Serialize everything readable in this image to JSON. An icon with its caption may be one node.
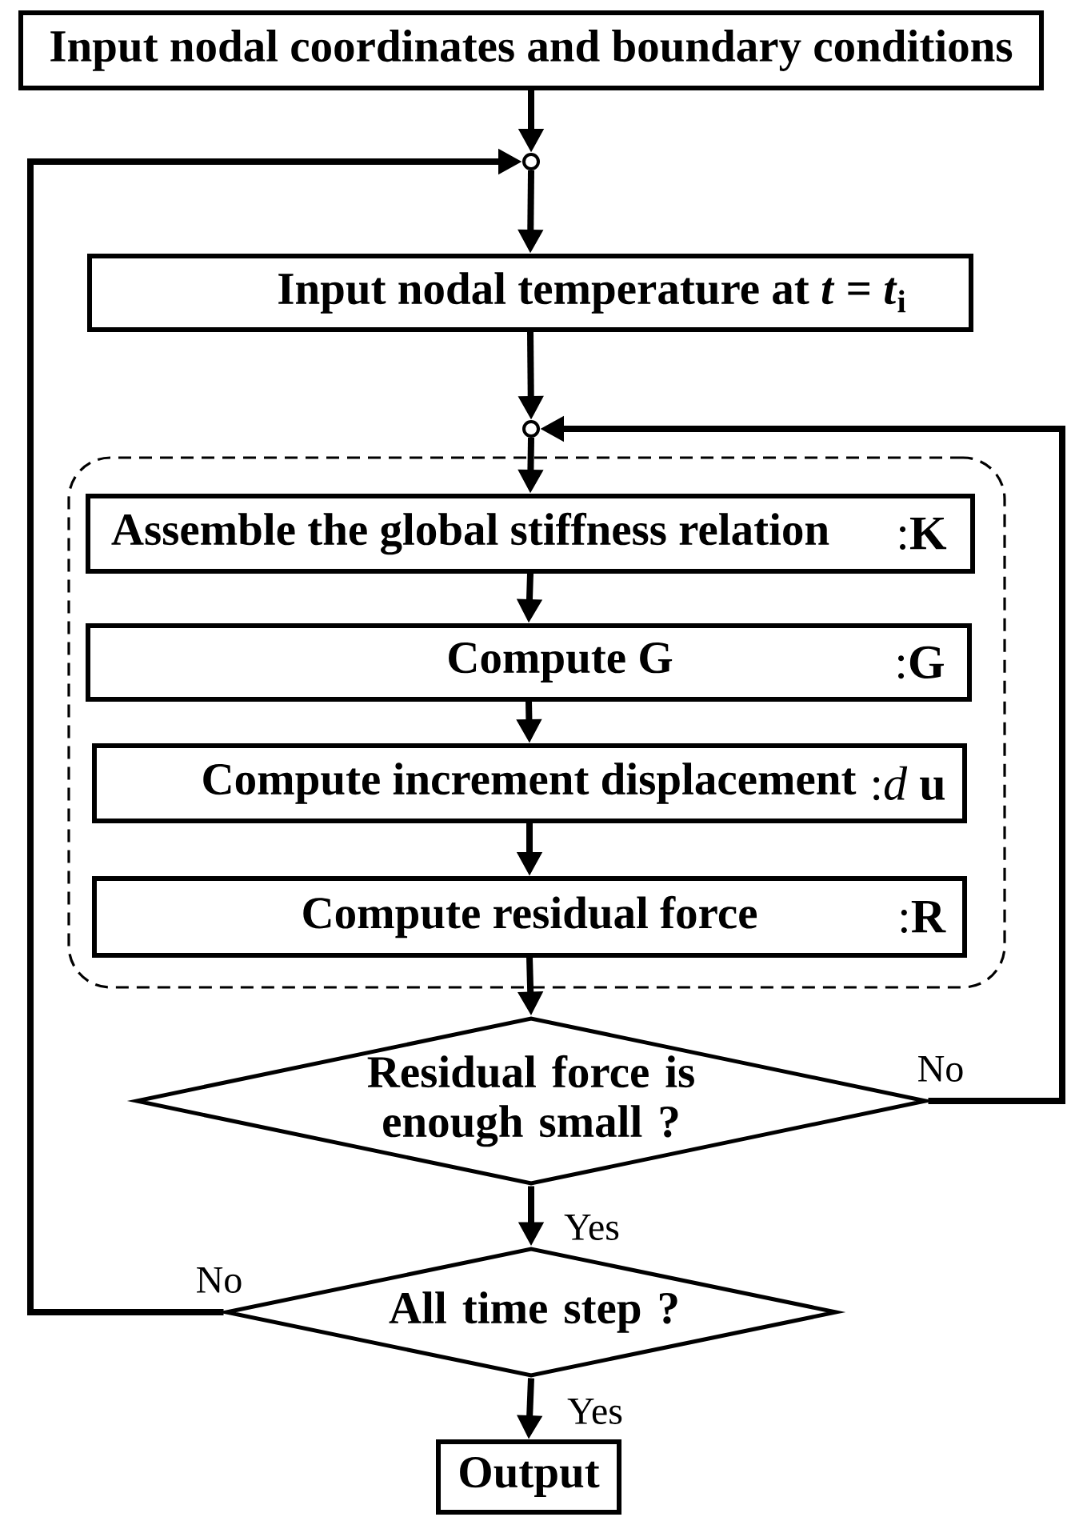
{
  "diagram": {
    "nodes": [
      {
        "text": [
          "Input nodal coordinates and boundary conditions"
        ]
      },
      {
        "text": [],
        "shape": "circle"
      },
      {
        "text": [
          "Input nodal temperature at *t* = *t*$_{i}$"
        ]
      },
      {
        "text": [],
        "shape": "circle"
      },
      {
        "text": [],
        "shape": "box"
      },
      {
        "text": [
          "Assemble the global stiffness relation",
          ":**K**"
        ],
        "in": 4
      },
      {
        "text": [
          "Compute  G",
          ":**G**"
        ],
        "in": 4
      },
      {
        "text": [
          "Compute increment displacement",
          ":*d* **u**"
        ],
        "in": 4
      },
      {
        "text": [
          "Compute residual force",
          ":**R**"
        ],
        "in": 4
      },
      {
        "text": [
          "Residual force is enough small ?"
        ]
      },
      {
        "text": [
          "All time step ?"
        ]
      },
      {
        "text": [
          "Output"
        ]
      }
    ],
    "edges": [
      {
        "from": 0,
        "to": 1,
        "arrow": "to"
      },
      {
        "from": 1,
        "to": 2,
        "arrow": "to"
      },
      {
        "from": 2,
        "to": 3,
        "arrow": "to"
      },
      {
        "from": 3,
        "to": 5,
        "arrow": "to"
      },
      {
        "from": 5,
        "to": 6,
        "arrow": "to"
      },
      {
        "from": 6,
        "to": 7,
        "arrow": "to"
      },
      {
        "from": 7,
        "to": 8,
        "arrow": "to"
      },
      {
        "from": 8,
        "to": 9,
        "arrow": "to"
      },
      {
        "from": 9,
        "to": 3,
        "arrow": "to",
        "label": "No"
      },
      {
        "from": 9,
        "to": 10,
        "arrow": "to",
        "label": "Yes"
      },
      {
        "from": 10,
        "to": 1,
        "arrow": "to",
        "label": "No"
      },
      {
        "from": 10,
        "to": 11,
        "arrow": "to",
        "label": "Yes"
      }
    ]
  }
}
